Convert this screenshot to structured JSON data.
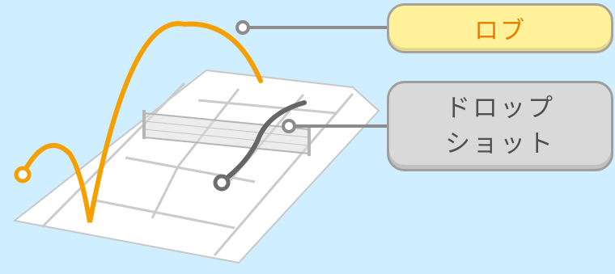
{
  "labels": {
    "lob": "ロブ",
    "drop_line1": "ドロップ",
    "drop_line2": "ショット"
  },
  "colors": {
    "background": "#cfeeff",
    "lob_trajectory": "#f5a000",
    "drop_trajectory": "#666666",
    "lob_label_fill": "#fff29a",
    "lob_label_text": "#e87a00",
    "drop_label_fill": "#d9d9d9",
    "drop_label_text": "#505050",
    "court": "#ffffff",
    "court_lines": "#c8c8c8",
    "connector": "#8c8c8c"
  }
}
